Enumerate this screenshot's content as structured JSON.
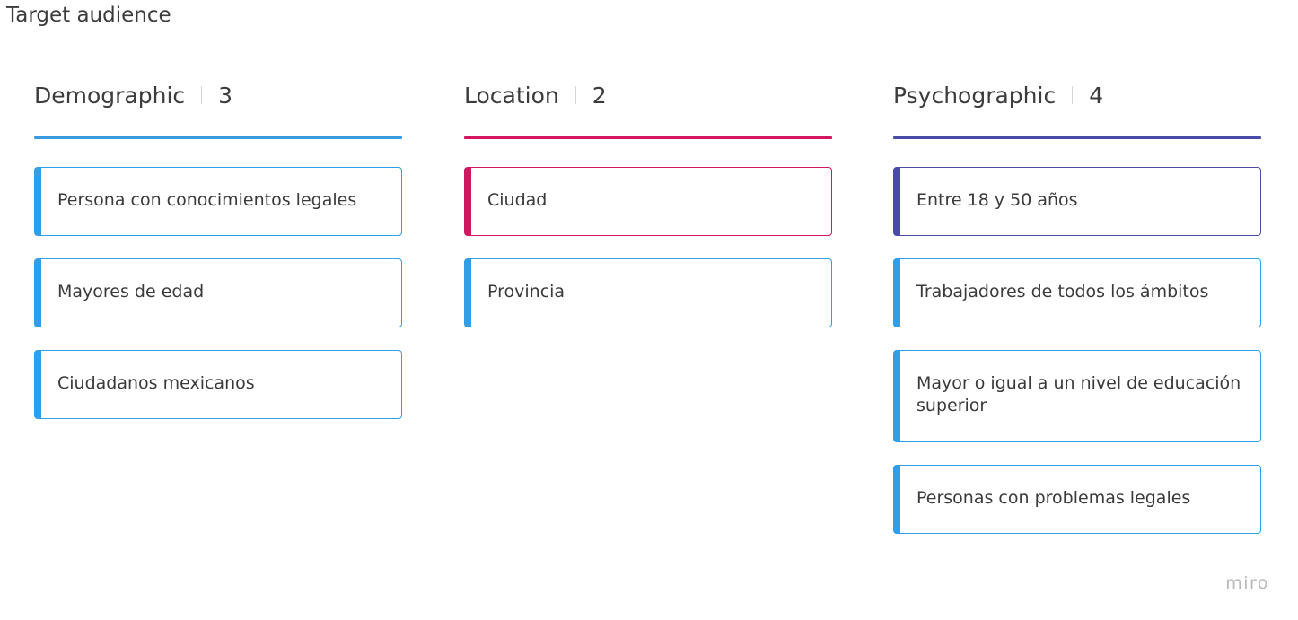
{
  "board": {
    "title": "Target audience"
  },
  "columns": [
    {
      "title": "Demographic",
      "count": "3",
      "accent_color": "#3a9be0",
      "cards": [
        {
          "text": "Persona con conocimientos legales",
          "border_color": "#2f9fe9"
        },
        {
          "text": "Mayores de edad",
          "border_color": "#2f9fe9"
        },
        {
          "text": "Ciudadanos mexicanos",
          "border_color": "#2f9fe9"
        }
      ]
    },
    {
      "title": "Location",
      "count": "2",
      "accent_color": "#d2165f",
      "cards": [
        {
          "text": "Ciudad",
          "border_color": "#d2165f"
        },
        {
          "text": "Provincia",
          "border_color": "#2f9fe9"
        }
      ]
    },
    {
      "title": "Psychographic",
      "count": "4",
      "accent_color": "#4a4aa8",
      "cards": [
        {
          "text": "Entre 18 y 50 años",
          "border_color": "#4a4aa8"
        },
        {
          "text": "Trabajadores de todos los ámbitos",
          "border_color": "#2f9fe9"
        },
        {
          "text": "Mayor o igual a un nivel de educación superior",
          "border_color": "#2f9fe9"
        },
        {
          "text": "Personas con problemas legales",
          "border_color": "#2f9fe9"
        }
      ]
    }
  ],
  "branding": {
    "logo_text": "miro"
  }
}
